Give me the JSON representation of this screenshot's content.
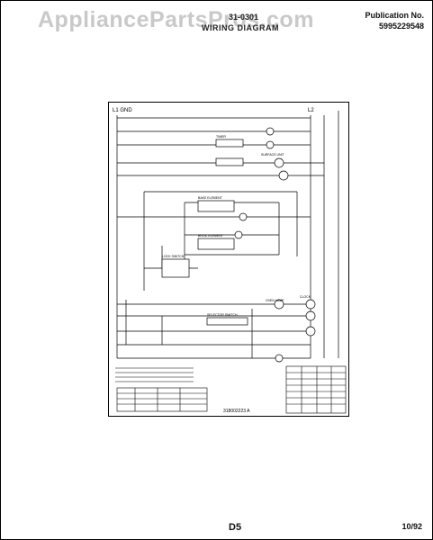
{
  "watermark": "AppliancePartsPros.com",
  "header": {
    "code": "31-0301",
    "title": "WIRING DIAGRAM",
    "publication_label": "Publication No.",
    "publication_number": "5995229548"
  },
  "diagram": {
    "bus_left": "L1  GND",
    "bus_right": "L2",
    "drawing_number": "318002223 A",
    "element_labels": [
      "BAKE ELEMENT",
      "BROIL ELEMENT",
      "TIMER",
      "LOCK SWITCH",
      "SELECTOR SWITCH",
      "CLOCK",
      "OVEN LAMP",
      "SURFACE UNIT"
    ]
  },
  "footer": {
    "page_code": "D5",
    "date": "10/92"
  }
}
